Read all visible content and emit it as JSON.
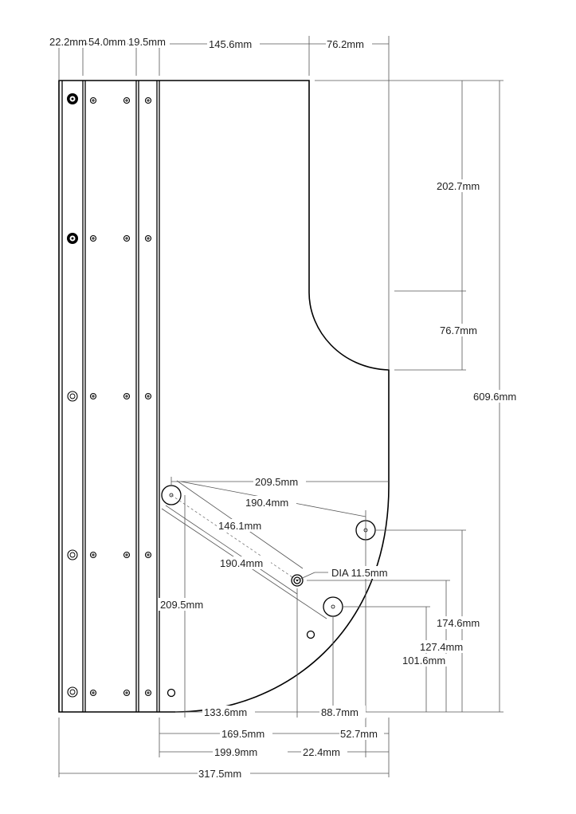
{
  "dimensions": {
    "top": {
      "d_22_2": "22.2mm",
      "d_54_0": "54.0mm",
      "d_19_5": "19.5mm",
      "d_145_6": "145.6mm",
      "d_76_2": "76.2mm"
    },
    "right": {
      "d_202_7": "202.7mm",
      "d_76_7": "76.7mm",
      "d_609_6": "609.6mm",
      "d_174_6": "174.6mm",
      "d_127_4": "127.4mm",
      "d_101_6": "101.6mm"
    },
    "holes": {
      "d_209_5_h": "209.5mm",
      "d_190_4_a": "190.4mm",
      "d_146_1": "146.1mm",
      "d_190_4_b": "190.4mm",
      "d_209_5_v": "209.5mm",
      "dia": "DIA 11.5mm"
    },
    "bottom": {
      "d_133_6": "133.6mm",
      "d_88_7": "88.7mm",
      "d_169_5": "169.5mm",
      "d_52_7": "52.7mm",
      "d_199_9": "199.9mm",
      "d_22_4": "22.4mm",
      "d_317_5": "317.5mm"
    }
  }
}
